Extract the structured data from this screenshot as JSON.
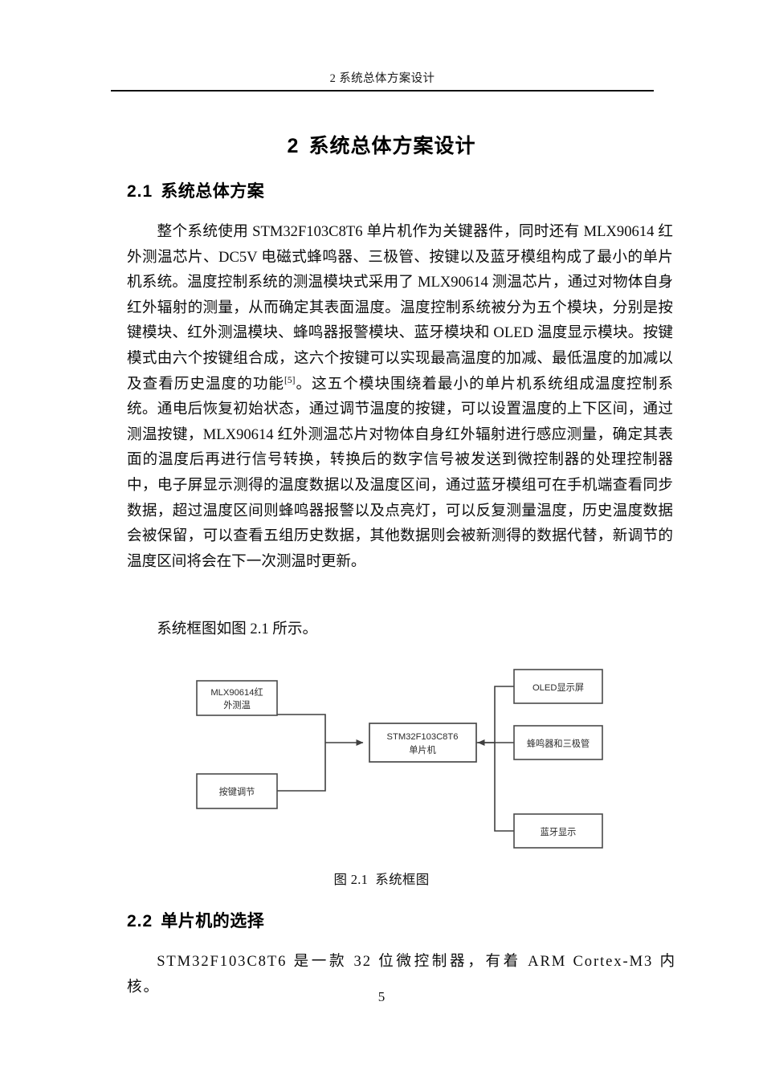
{
  "header": {
    "running_title": "2 系统总体方案设计"
  },
  "chapter": {
    "number": "2",
    "title": "系统总体方案设计"
  },
  "sections": {
    "s21": {
      "number": "2.1",
      "title": "系统总体方案"
    },
    "s22": {
      "number": "2.2",
      "title": "单片机的选择"
    }
  },
  "paragraphs": {
    "main_a": "整个系统使用 STM32F103C8T6 单片机作为关键器件，同时还有 MLX90614 红外测温芯片、DC5V 电磁式蜂鸣器、三极管、按键以及蓝牙模组构成了最小的单片机系统。温度控制系统的测温模块式采用了 MLX90614 测温芯片，通过对物体自身红外辐射的测量，从而确定其表面温度。温度控制系统被分为五个模块，分别是按键模块、红外测温模块、蜂鸣器报警模块、蓝牙模块和 OLED 温度显示模块。按键模式由六个按键组合成，这六个按键可以实现最高温度的加减、最低温度的加减以及查看历史温度的功能",
    "citation": "[5]",
    "main_b": "。这五个模块围绕着最小的单片机系统组成温度控制系统。通电后恢复初始状态，通过调节温度的按键，可以设置温度的上下区间，通过测温按键，MLX90614 红外测温芯片对物体自身红外辐射进行感应测量，确定其表面的温度后再进行信号转换，转换后的数字信号被发送到微控制器的处理控制器中，电子屏显示测得的温度数据以及温度区间，通过蓝牙模组可在手机端查看同步数据，超过温度区间则蜂鸣器报警以及点亮灯，可以反复测量温度，历史温度数据会被保留，可以查看五组历史数据，其他数据则会被新测得的数据代替，新调节的温度区间将会在下一次测温时更新。",
    "fig_ref": "系统框图如图 2.1 所示。",
    "s22_body": "STM32F103C8T6 是一款 32 位微控制器，有着 ARM Cortex-M3 内核。"
  },
  "figure": {
    "caption_label": "图 2.1",
    "caption_text": "系统框图",
    "boxes": {
      "sensor_line1": "MLX90614红",
      "sensor_line2": "外测温",
      "button": "按键调节",
      "mcu_line1": "STM32F103C8T6",
      "mcu_line2": "单片机",
      "oled": "OLED显示屏",
      "buzzer": "蜂鸣器和三极管",
      "bluetooth": "蓝牙显示"
    },
    "colors": {
      "box_stroke": "#4a4a4a",
      "line_stroke": "#3f3f3f",
      "label_fill": "#2b2b2b"
    }
  },
  "footer": {
    "page_number": "5"
  }
}
